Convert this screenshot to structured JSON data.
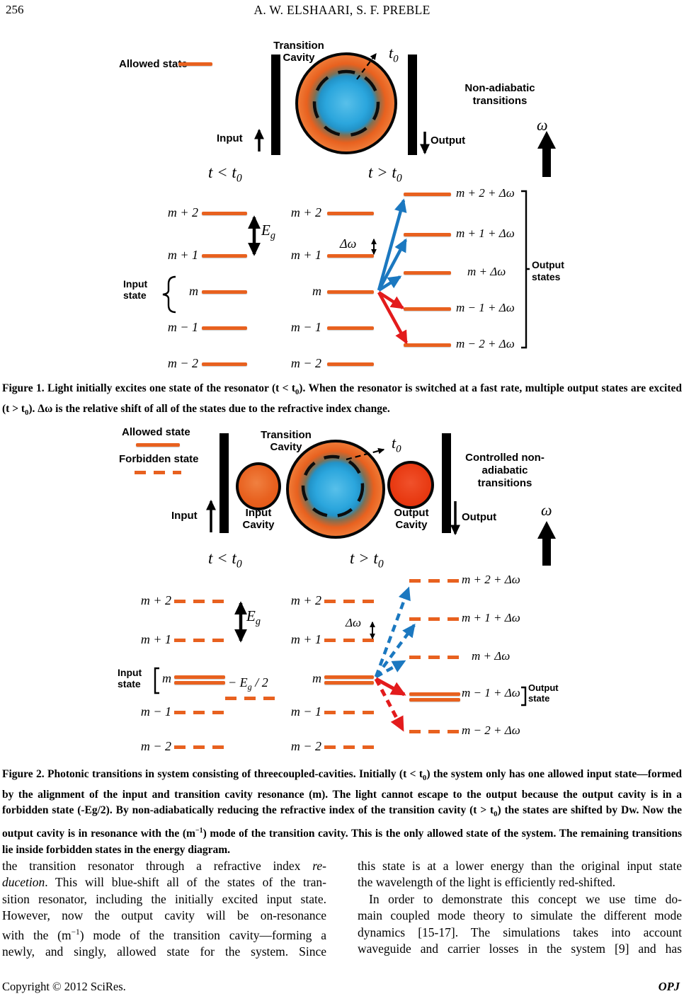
{
  "colors": {
    "orange": "#e8611f",
    "blue": "#1b78c0",
    "red": "#e31b1c",
    "cyan": "#2ba6dd"
  },
  "header": {
    "page_number": "256",
    "authors": "A. W. ELSHAARI, S. F. PREBLE"
  },
  "fig1": {
    "allowed_state": "Allowed state",
    "transition_cavity": "Transition Cavity",
    "t0": {
      "base": "t",
      "sub": "0"
    },
    "input": "Input",
    "output": "Output",
    "non_adiabatic": "Non-adiabatic transitions",
    "omega": "ω",
    "t_before": {
      "pre": "t < ",
      "base": "t",
      "sub": "0"
    },
    "t_after": {
      "pre": "t > ",
      "base": "t",
      "sub": "0"
    },
    "eg": {
      "base": "E",
      "sub": "g"
    },
    "delta_omega": "Δω",
    "input_state": "Input state",
    "output_states": "Output states",
    "levels": [
      "m + 2",
      "m + 1",
      "m",
      "m − 1",
      "m − 2"
    ],
    "output_levels": [
      "m + 2 + Δω",
      "m + 1 + Δω",
      "m + Δω",
      "m − 1 + Δω",
      "m − 2 + Δω"
    ]
  },
  "captions": {
    "fig1": {
      "s1": "Figure 1. Light initially excites one state of the resonator (t < t",
      "sub1": "0",
      "s2": "). When the resonator is switched at a fast rate, multiple output states are excited (t > t",
      "sub2": "0",
      "s3": "). Δω is the relative shift of all of the states due to the refractive index change."
    },
    "fig2": {
      "s1": "Figure 2. Photonic transitions in system consisting of threecoupled-cavities. Initially (t < t",
      "sub1": "0",
      "s2": ") the system only has one allowed input state—formed by the alignment of the input and transition cavity resonance (m). The light cannot escape to the output because the output cavity is in a forbidden state (-Eg/2). By non-adiabatically reducing the refractive index of the transition cavity (t > t",
      "sub2": "0",
      "s3": ") the states are shifted by Dw. Now the output cavity is in resonance with the (m",
      "sup1": "−1",
      "s4": ") mode of the transition cavity. This is the only allowed state of the system. The remaining transitions lie inside forbidden states in the energy diagram."
    }
  },
  "fig2": {
    "allowed_state": "Allowed state",
    "forbidden_state": "Forbidden state",
    "transition_cavity": "Transition Cavity",
    "input_cavity": "Input Cavity",
    "output_cavity": "Output Cavity",
    "t0": {
      "base": "t",
      "sub": "0"
    },
    "input": "Input",
    "output": "Output",
    "controlled": "Controlled non-adiabatic transitions",
    "omega": "ω",
    "t_before": {
      "pre": "t < ",
      "base": "t",
      "sub": "0"
    },
    "t_after": {
      "pre": "t > ",
      "base": "t",
      "sub": "0"
    },
    "eg": {
      "base": "E",
      "sub": "g"
    },
    "minus_eg": {
      "pre": "− ",
      "base": "E",
      "sub": "g",
      "post": " / 2"
    },
    "delta_omega": "Δω",
    "input_state": "Input state",
    "output_state": "Output state",
    "levels": [
      "m + 2",
      "m + 1",
      "m",
      "m − 1",
      "m − 2"
    ],
    "output_levels": [
      "m + 2 + Δω",
      "m + 1 + Δω",
      "m + Δω",
      "m − 1 + Δω",
      "m − 2 + Δω"
    ]
  },
  "body": {
    "left": {
      "l1_pre": "the transition resonator through a refractive index ",
      "l1_em": "re-",
      "l2_em": "ducetion",
      "l2_post": ". This will blue-shift all of the states of the tran-",
      "l3": "sition resonator, including the initially excited input state.",
      "l4": "However, now the output cavity will be on-resonance",
      "l5_pre": "with the (m",
      "l5_sup": "−1",
      "l5_post": ") mode of the transition cavity—forming a",
      "l6": "newly, and singly, allowed state for the system. Since"
    },
    "right": {
      "l1": "this state is at a lower energy than the original input state",
      "l2": "the wavelength of the light is efficiently red-shifted.",
      "l3": "In order to demonstrate this concept we use time do-",
      "l4": "main coupled mode theory to simulate the different mode",
      "l5": "dynamics [15-17]. The simulations takes into account",
      "l6": "waveguide and carrier losses in the system [9] and has"
    }
  },
  "footer": {
    "copyright": "Copyright © 2012 SciRes.",
    "journal": "OPJ"
  }
}
